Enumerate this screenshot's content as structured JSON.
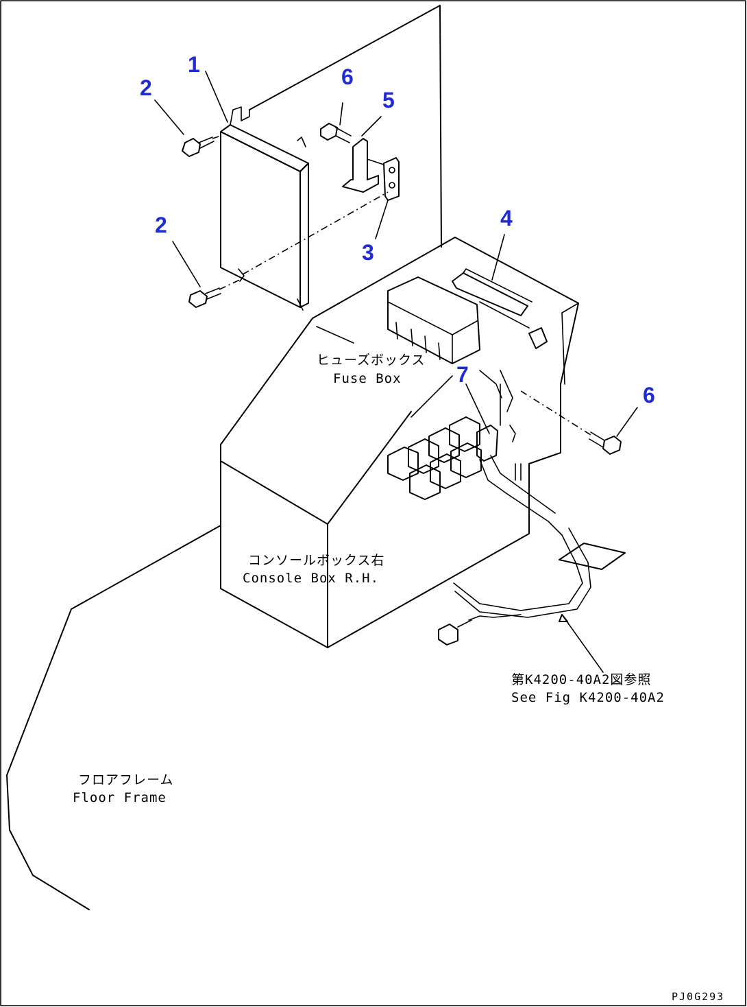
{
  "part_numbers": {
    "p1": "1",
    "p2a": "2",
    "p2b": "2",
    "p3": "3",
    "p4": "4",
    "p5": "5",
    "p6a": "6",
    "p6b": "6",
    "p7": "7"
  },
  "labels": {
    "fuse_box_jp": "ヒューズボックス",
    "fuse_box_en": "Fuse Box",
    "console_box_jp": "コンソールボックス右",
    "console_box_en": "Console Box R.H.",
    "see_fig_jp": "第K4200-40A2図参照",
    "see_fig_en": "See Fig K4200-40A2",
    "floor_frame_jp": "フロアフレーム",
    "floor_frame_en": "Floor Frame"
  },
  "drawing_id": "PJ0G293",
  "colors": {
    "part_number": "#1f2bd6",
    "line": "#000000",
    "background": "#ffffff"
  }
}
